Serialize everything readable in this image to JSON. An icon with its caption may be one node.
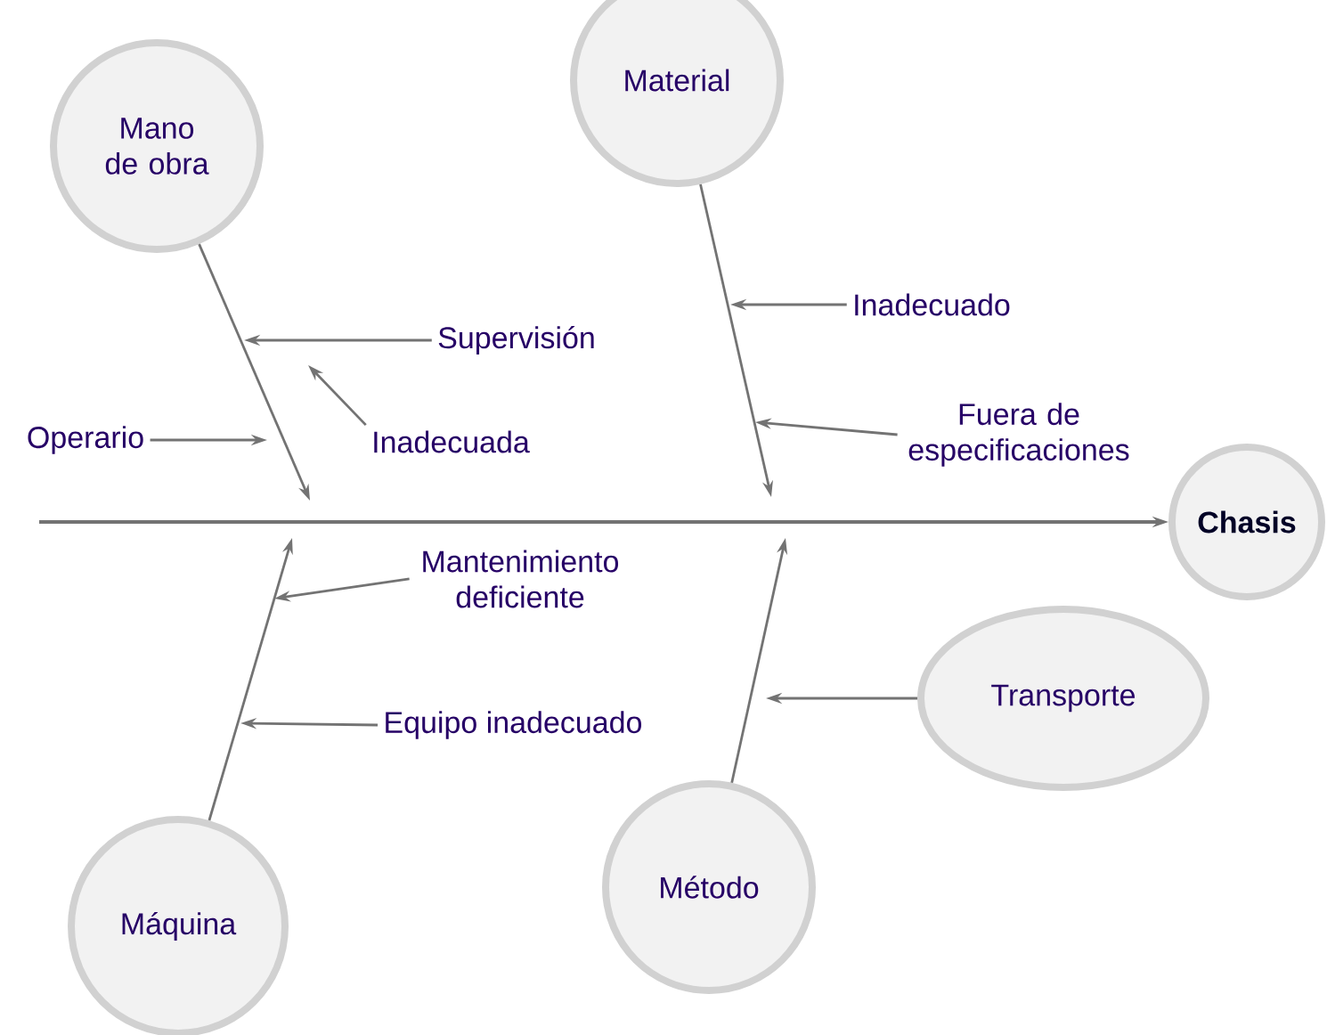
{
  "diagram": {
    "nodes": [
      {
        "text": [
          "Mano de obra"
        ]
      },
      {
        "text": [
          "Material"
        ]
      },
      {
        "text": [
          "Chasis"
        ]
      },
      {
        "text": [
          "Transporte"
        ]
      },
      {
        "text": [
          "Máquina"
        ]
      },
      {
        "text": [
          "Método"
        ]
      },
      {
        "text": [
          "Supervisión"
        ]
      },
      {
        "text": [
          "Inadecuada"
        ]
      },
      {
        "text": [
          "Operario"
        ]
      },
      {
        "text": [
          "Inadecuado"
        ]
      },
      {
        "text": [
          "Fuera de especificaciones"
        ]
      },
      {
        "text": [
          "Mantenimiento deficiente"
        ]
      },
      {
        "text": [
          "Equipo inadecuado"
        ]
      }
    ],
    "edges": [
      {
        "from": null,
        "to": 2,
        "arrow": "to"
      },
      {
        "from": 0,
        "to": null,
        "arrow": "to"
      },
      {
        "from": 1,
        "to": null,
        "arrow": "to"
      },
      {
        "from": 4,
        "to": null,
        "arrow": "to"
      },
      {
        "from": 5,
        "to": null,
        "arrow": "to"
      },
      {
        "from": 3,
        "to": null,
        "arrow": "to"
      },
      {
        "from": 6,
        "to": null,
        "arrow": "to"
      },
      {
        "from": 7,
        "to": null,
        "arrow": "to"
      },
      {
        "from": 8,
        "to": null,
        "arrow": "to"
      },
      {
        "from": 9,
        "to": null,
        "arrow": "to"
      },
      {
        "from": 10,
        "to": null,
        "arrow": "to"
      },
      {
        "from": 11,
        "to": null,
        "arrow": "to"
      },
      {
        "from": 12,
        "to": null,
        "arrow": "to"
      }
    ]
  }
}
